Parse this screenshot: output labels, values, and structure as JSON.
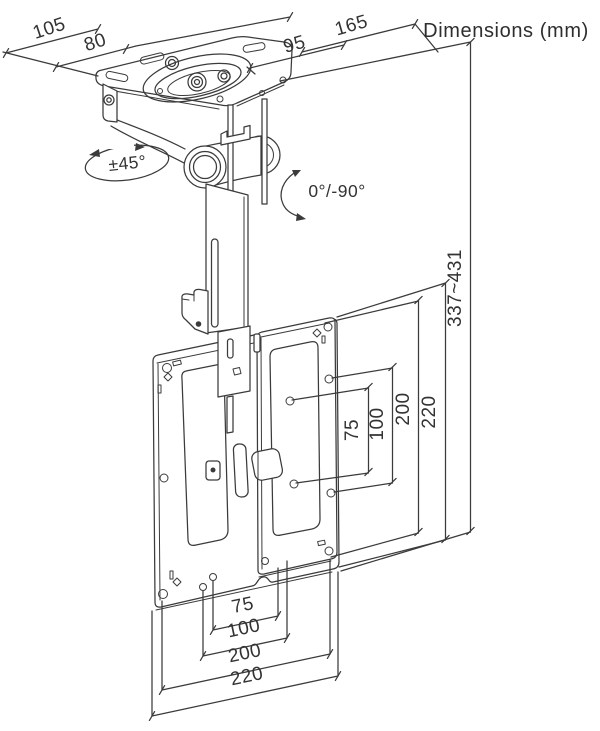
{
  "title": "Dimensions (mm)",
  "colors": {
    "line": "#3b3b3b",
    "text": "#333333",
    "background": "#ffffff"
  },
  "labels": {
    "top": {
      "d105": "105",
      "d80": "80",
      "d95": "95",
      "d165": "165"
    },
    "angles": {
      "swivel": "±45°",
      "tilt": "0°/-90°"
    },
    "right": {
      "overall": "337~431",
      "d220": "220",
      "d200": "200",
      "d100": "100",
      "d75": "75"
    },
    "bottom": {
      "d75": "75",
      "d100": "100",
      "d200": "200",
      "d220": "220"
    }
  }
}
